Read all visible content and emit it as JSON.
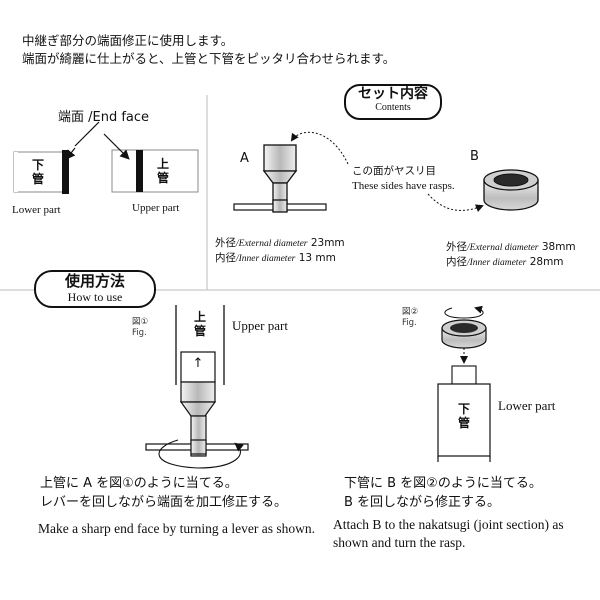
{
  "intro": {
    "line1": "中継ぎ部分の端面修正に使用します。",
    "line2": "端面が綺麗に仕上がると、上管と下管をピッタリ合わせられます。"
  },
  "end_face_label": "端面 /End face",
  "lower_tube_char1": "下",
  "lower_tube_char2": "管",
  "upper_tube_char1": "上",
  "upper_tube_char2": "管",
  "lower_part": "Lower part",
  "upper_part": "Upper part",
  "contents": {
    "title": "セット内容",
    "subtitle": "Contents"
  },
  "tool_a": {
    "letter": "A",
    "outer_jp": "外径",
    "outer_en": "/External diameter",
    "outer_val": "23mm",
    "inner_jp": "内径",
    "inner_en": "/Inner diameter",
    "inner_val": "13 mm"
  },
  "tool_b": {
    "letter": "B",
    "outer_jp": "外径",
    "outer_en": "/External diameter",
    "outer_val": "38mm",
    "inner_jp": "内径",
    "inner_en": "/Inner diameter",
    "inner_val": "28mm"
  },
  "rasp_note": {
    "jp": "この面がヤスリ目",
    "en": "These sides have rasps."
  },
  "usage": {
    "title": "使用方法",
    "subtitle": "How to use"
  },
  "fig1": {
    "label_jp": "図①",
    "label_en": "Fig.",
    "arrow": "↑",
    "caption_jp1": "上管に A を図①のように当てる。",
    "caption_jp2": "レバーを回しながら端面を加工修正する。",
    "caption_en": "Make a sharp end face by turning a lever as shown."
  },
  "fig2": {
    "label_jp": "図②",
    "label_en": "Fig.",
    "caption_jp1": "下管に B を図②のように当てる。",
    "caption_jp2": "B を回しながら修正する。",
    "caption_en": "Attach B to the nakatsugi (joint section) as shown and turn the rasp."
  },
  "colors": {
    "ink": "#111111",
    "gray": "#c8c8c8",
    "dark": "#333333",
    "divider": "#bbbbbb"
  }
}
